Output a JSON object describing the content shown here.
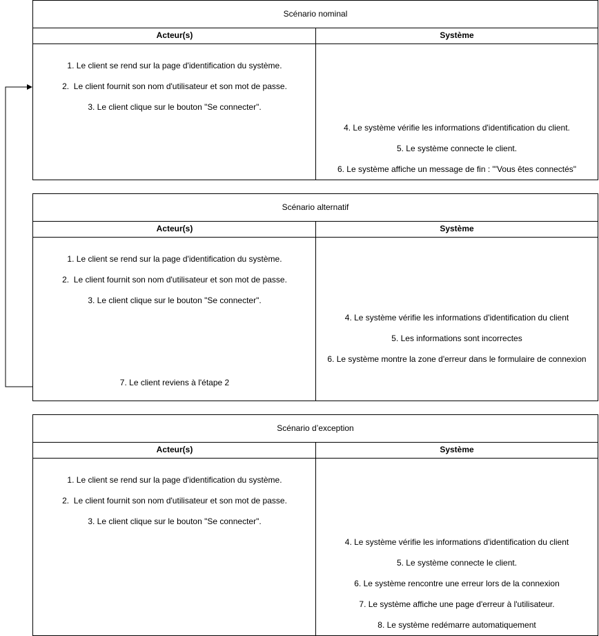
{
  "scenarios": [
    {
      "title": "Scénario nominal",
      "actor_header": "Acteur(s)",
      "system_header": "Système",
      "actor_steps": [
        "1. Le client se rend sur la page d'identification du système.",
        "2.  Le client fournit son nom d'utilisateur et son mot de passe.",
        "3. Le client clique sur le bouton \"Se connecter\"."
      ],
      "system_steps": [
        "4. Le système vérifie les informations d'identification du client.",
        "5. Le système connecte le client.",
        "6. Le système affiche un message de fin : \"'Vous êtes connectés\""
      ]
    },
    {
      "title": "Scénario alternatif",
      "actor_header": "Acteur(s)",
      "system_header": "Système",
      "actor_steps": [
        "1. Le client se rend sur la page d'identification du système.",
        "2.  Le client fournit son nom d'utilisateur et son mot de passe.",
        "3. Le client clique sur le bouton \"Se connecter\".",
        "7. Le client reviens à l'étape 2"
      ],
      "system_steps": [
        "4. Le système vérifie les informations d'identification du client",
        "5. Les informations sont incorrectes",
        "6. Le système montre la zone d'erreur dans le formulaire de connexion"
      ]
    },
    {
      "title": "Scénario d’exception",
      "actor_header": "Acteur(s)",
      "system_header": "Système",
      "actor_steps": [
        "1. Le client se rend sur la page d'identification du système.",
        "2.  Le client fournit son nom d'utilisateur et son mot de passe.",
        "3. Le client clique sur le bouton \"Se connecter\"."
      ],
      "system_steps": [
        "4. Le système vérifie les informations d'identification du client",
        "5. Le système connecte le client.",
        "6. Le système rencontre une erreur lors de la connexion",
        "7. Le système affiche une page d'erreur à l'utilisateur.",
        "8. Le système redémarre automatiquement"
      ]
    }
  ]
}
